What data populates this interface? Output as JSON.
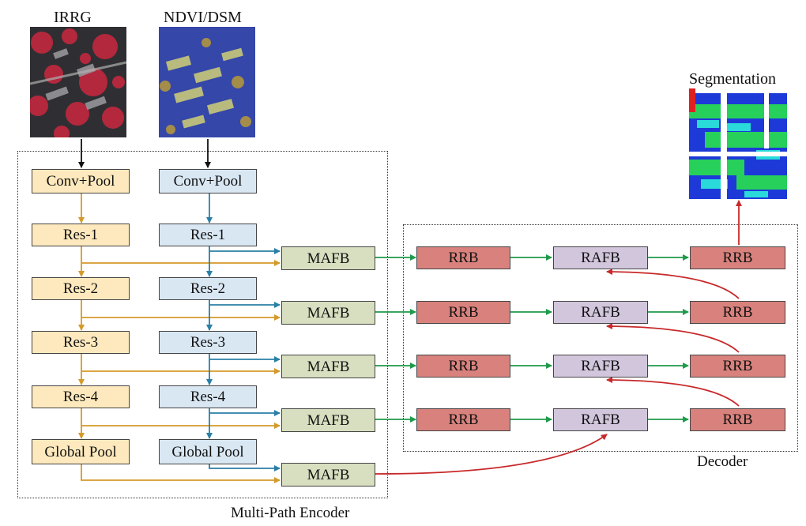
{
  "inputs": {
    "irrg_label": "IRRG",
    "ndvi_label": "NDVI/DSM"
  },
  "output": {
    "segmentation_label": "Segmentation"
  },
  "encoder": {
    "label": "Multi-Path Encoder",
    "irrg_path": [
      "Conv+Pool",
      "Res-1",
      "Res-2",
      "Res-3",
      "Res-4",
      "Global Pool"
    ],
    "ndvi_path": [
      "Conv+Pool",
      "Res-1",
      "Res-2",
      "Res-3",
      "Res-4",
      "Global Pool"
    ],
    "fusion": [
      "MAFB",
      "MAFB",
      "MAFB",
      "MAFB",
      "MAFB"
    ]
  },
  "decoder": {
    "label": "Decoder",
    "left_col": [
      "RRB",
      "RRB",
      "RRB",
      "RRB"
    ],
    "mid_col": [
      "RAFB",
      "RAFB",
      "RAFB",
      "RAFB"
    ],
    "right_col": [
      "RRB",
      "RRB",
      "RRB",
      "RRB"
    ]
  },
  "colors": {
    "irrg_box": "#fde9bd",
    "ndvi_box": "#d9e7f3",
    "mafb_box": "#d7dfc0",
    "rrb_box": "#d9827d",
    "rafb_box": "#d2c6dd",
    "irrg_arrow": "#d49a2a",
    "ndvi_arrow": "#2a7fa6",
    "fusion_arrow": "#1f9a4a",
    "upsample_arrow": "#c8282a"
  }
}
